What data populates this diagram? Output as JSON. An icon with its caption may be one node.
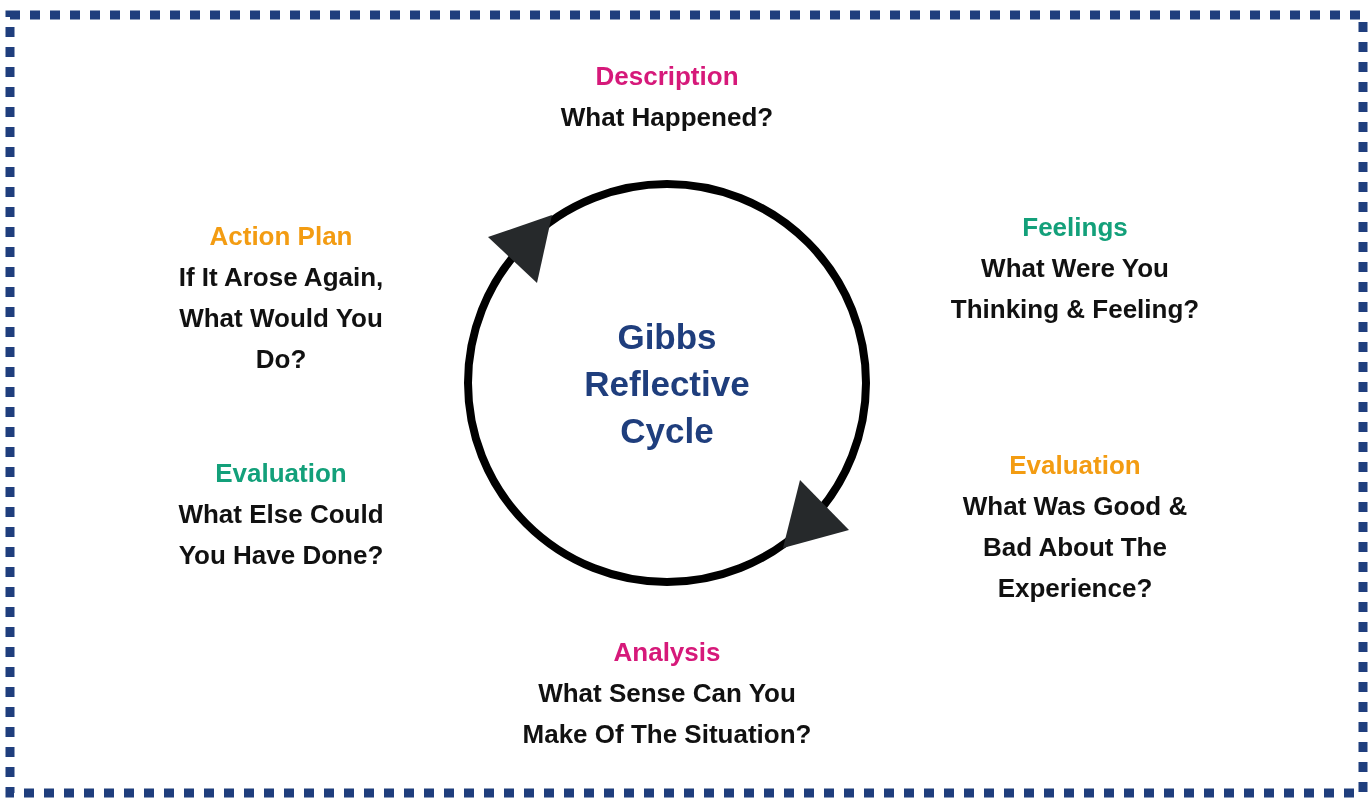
{
  "diagram": {
    "nodes": [
      {
        "text": [
          "Gibbs Reflective Cycle"
        ]
      }
    ],
    "labels": [
      "Description",
      "What Happened?",
      "Feelings",
      "What Were You Thinking & Feeling?",
      "Action Plan",
      "If It Arose Again, What Would You Do?",
      "Evaluation",
      "What Was Good & Bad About The Experience?",
      "Evaluation",
      "What Else Could You Have Done?",
      "Analysis",
      "What Sense Can You Make Of The Situation?"
    ]
  }
}
